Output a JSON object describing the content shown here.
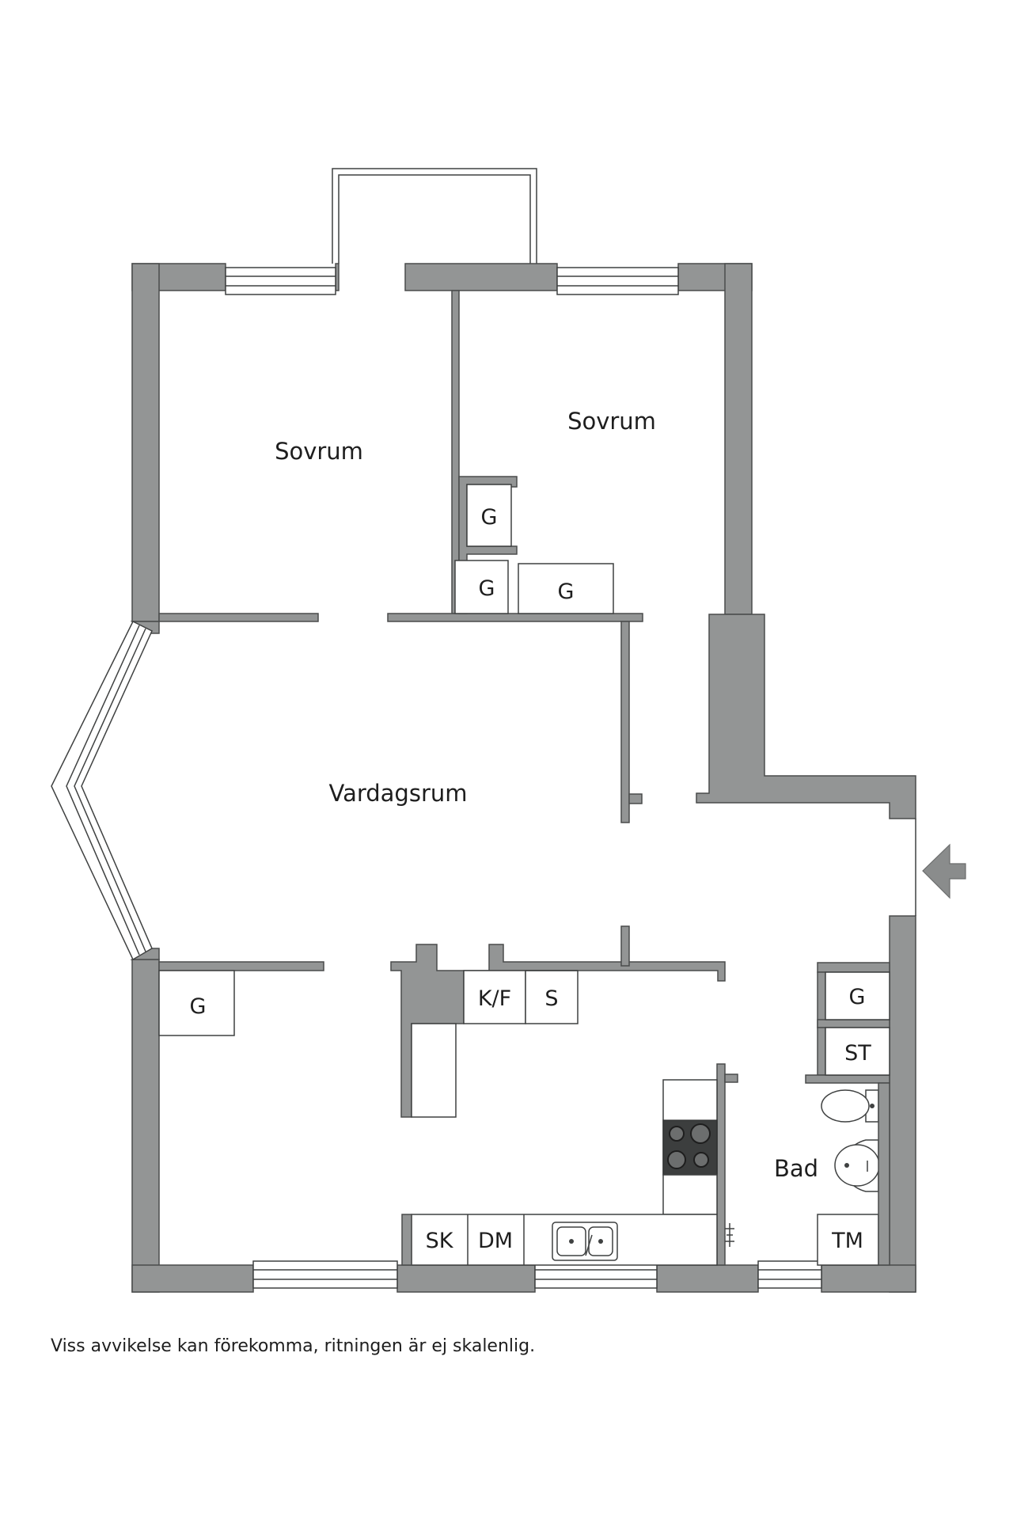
{
  "labels": {
    "bedroom_left": "Sovrum",
    "bedroom_right": "Sovrum",
    "living_room": "Vardagsrum",
    "bathroom": "Bad",
    "closet_1": "G",
    "closet_2": "G",
    "closet_3": "G",
    "closet_4": "G",
    "closet_5": "G",
    "fridge_freezer": "K/F",
    "storage_cabinet": "S",
    "cleaning_cabinet": "ST",
    "broom_cabinet": "SK",
    "dishwasher": "DM",
    "washing_machine": "TM"
  },
  "disclaimer": "Viss avvikelse kan förekomma, ritningen är ej skalenlig.",
  "colors": {
    "wall": "#939595",
    "line": "#3f4141",
    "background": "#ffffff"
  }
}
